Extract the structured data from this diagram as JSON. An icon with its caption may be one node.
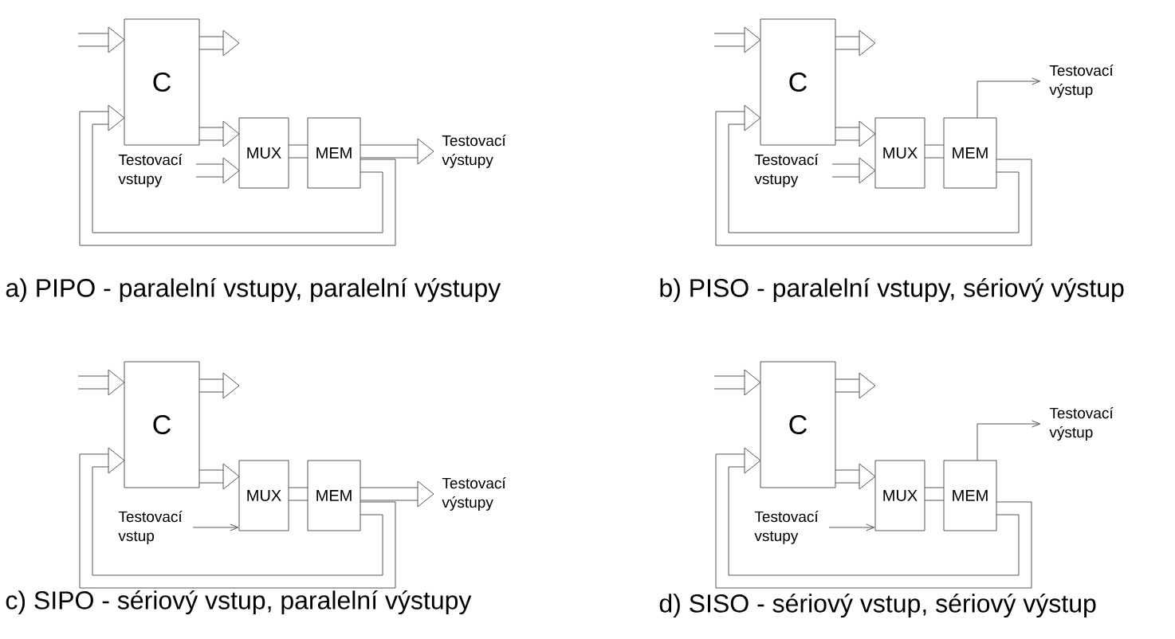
{
  "diagram": {
    "nodes": [
      {
        "text": [
          "C"
        ]
      },
      {
        "text": [
          "MUX"
        ]
      },
      {
        "text": [
          "MEM"
        ]
      },
      {
        "text": [
          "Testovací vstupy"
        ]
      },
      {
        "text": [
          "Testovací výstupy"
        ]
      },
      {
        "text": [
          "C"
        ]
      },
      {
        "text": [
          "MUX"
        ]
      },
      {
        "text": [
          "MEM"
        ]
      },
      {
        "text": [
          "Testovací vstupy"
        ]
      },
      {
        "text": [
          "Testovací výstup"
        ]
      },
      {
        "text": [
          "C"
        ]
      },
      {
        "text": [
          "MUX"
        ]
      },
      {
        "text": [
          "MEM"
        ]
      },
      {
        "text": [
          "Testovací vstup"
        ]
      },
      {
        "text": [
          "Testovací výstupy"
        ]
      },
      {
        "text": [
          "C"
        ]
      },
      {
        "text": [
          "MUX"
        ]
      },
      {
        "text": [
          "MEM"
        ]
      },
      {
        "text": [
          "Testovací vstupy"
        ]
      },
      {
        "text": [
          "Testovací výstup"
        ]
      }
    ],
    "edges": [
      {
        "from": null,
        "to": 0,
        "arrow": "to"
      },
      {
        "from": 0,
        "to": null,
        "arrow": "to"
      },
      {
        "from": 0,
        "to": 1,
        "arrow": "to"
      },
      {
        "from": 1,
        "to": 2,
        "arrow": "none"
      },
      {
        "from": 3,
        "to": 1,
        "arrow": "to"
      },
      {
        "from": 2,
        "to": 4,
        "arrow": "to"
      },
      {
        "from": 2,
        "to": 0,
        "arrow": "to"
      },
      {
        "from": null,
        "to": 5,
        "arrow": "to"
      },
      {
        "from": 5,
        "to": null,
        "arrow": "to"
      },
      {
        "from": 5,
        "to": 6,
        "arrow": "to"
      },
      {
        "from": 6,
        "to": 7,
        "arrow": "none"
      },
      {
        "from": 8,
        "to": 6,
        "arrow": "to"
      },
      {
        "from": 7,
        "to": 9,
        "arrow": "to"
      },
      {
        "from": 7,
        "to": 5,
        "arrow": "to"
      },
      {
        "from": null,
        "to": 10,
        "arrow": "to"
      },
      {
        "from": 10,
        "to": null,
        "arrow": "to"
      },
      {
        "from": 10,
        "to": 11,
        "arrow": "to"
      },
      {
        "from": 11,
        "to": 12,
        "arrow": "none"
      },
      {
        "from": 13,
        "to": 11,
        "arrow": "to"
      },
      {
        "from": 12,
        "to": 14,
        "arrow": "to"
      },
      {
        "from": 12,
        "to": 10,
        "arrow": "to"
      },
      {
        "from": null,
        "to": 15,
        "arrow": "to"
      },
      {
        "from": 15,
        "to": null,
        "arrow": "to"
      },
      {
        "from": 15,
        "to": 16,
        "arrow": "to"
      },
      {
        "from": 16,
        "to": 17,
        "arrow": "none"
      },
      {
        "from": 18,
        "to": 16,
        "arrow": "to"
      },
      {
        "from": 17,
        "to": 19,
        "arrow": "to"
      },
      {
        "from": 17,
        "to": 15,
        "arrow": "to"
      }
    ],
    "labels": [
      "a) PIPO - paralelní vstupy, paralelní výstupy",
      "b) PISO - paralelní vstupy, sériový výstup",
      "c) SIPO - sériový vstup, paralelní výstupy",
      "d) SISO - sériový vstup, sériový výstup"
    ]
  }
}
